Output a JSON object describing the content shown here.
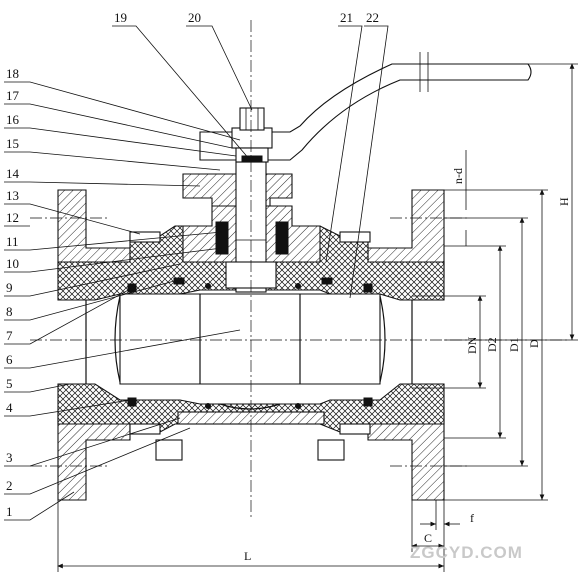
{
  "part_numbers": [
    "1",
    "2",
    "3",
    "4",
    "5",
    "6",
    "7",
    "8",
    "9",
    "10",
    "11",
    "12",
    "13",
    "14",
    "15",
    "16",
    "17",
    "18",
    "19",
    "20",
    "21",
    "22"
  ],
  "dimensions": {
    "L": "L",
    "C": "C",
    "f": "f",
    "DN": "DN",
    "D2": "D2",
    "D1": "D1",
    "D": "D",
    "H": "H",
    "nd": "n-d"
  },
  "watermark": "ZGCYD.COM"
}
